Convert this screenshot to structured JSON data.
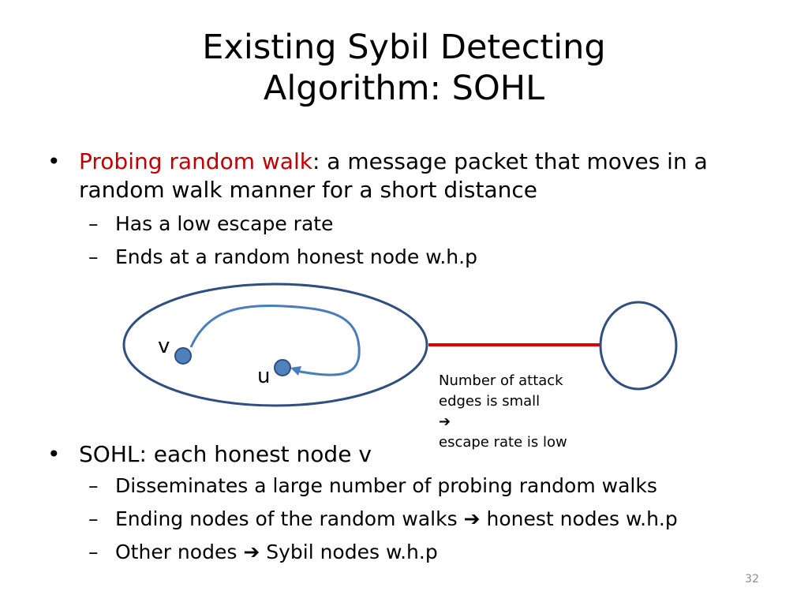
{
  "slide": {
    "title_line1": "Existing Sybil Detecting",
    "title_line2": "Algorithm: SOHL",
    "bullet1": {
      "highlight": "Probing random walk",
      "rest": ": a message packet that moves in a random walk manner for a short distance",
      "subs": [
        "Has a low escape rate",
        "Ends at a random honest node w.h.p"
      ]
    },
    "bullet2": {
      "text": "SOHL: each honest node v",
      "sub1": "Disseminates a large number of probing random walks",
      "sub2_a": "Ending nodes of the random walks",
      "sub2_b": "honest nodes w.h.p",
      "sub3_a": "Other nodes",
      "sub3_b": "Sybil nodes w.h.p"
    },
    "diagram": {
      "label_v": "v",
      "label_u": "u",
      "note_line1": "Number of attack",
      "note_line2": "edges is small",
      "note_line3": "escape rate is low",
      "arrow_glyph": "➔"
    },
    "page_number": "32"
  },
  "colors": {
    "accent_red": "#c00000",
    "region_stroke": "#2f4f7f",
    "node_fill": "#4f81bd",
    "walk_stroke": "#4a7ebb",
    "attack_edge": "#e00000"
  }
}
